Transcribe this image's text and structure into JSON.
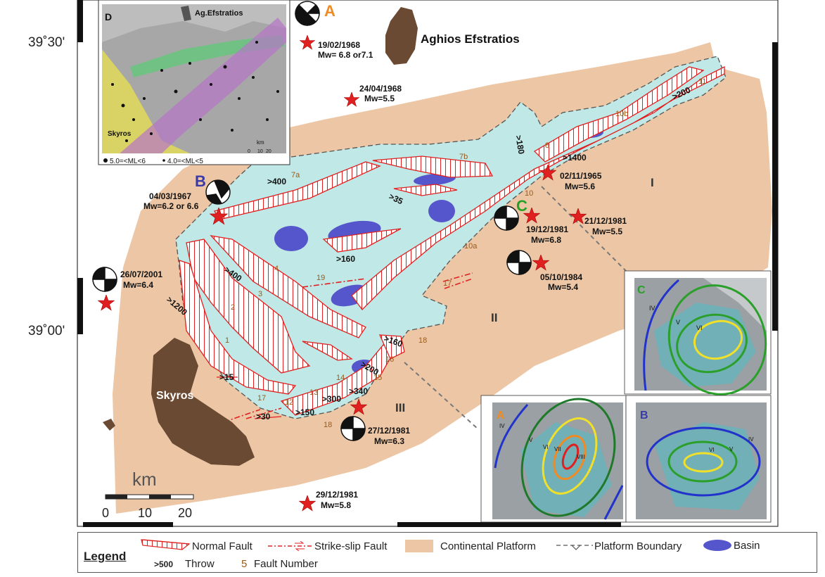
{
  "axes": {
    "lat_top": "39˚30'",
    "lat_bottom": "39˚00'"
  },
  "islands": {
    "efstratios": "Aghios Efstratios",
    "skyros": "Skyros"
  },
  "regions": {
    "r1": "I",
    "r2": "II",
    "r3": "III"
  },
  "events": [
    {
      "id": "e1968a",
      "date": "19/02/1968",
      "mag": "Mw= 6.8 or7.1"
    },
    {
      "id": "e1968b",
      "date": "24/04/1968",
      "mag": "Mw=5.5"
    },
    {
      "id": "e1967",
      "date": "04/03/1967",
      "mag": "Mw=6.2 or 6.6"
    },
    {
      "id": "e1965",
      "date": "02/11/1965",
      "mag": "Mw=5.6"
    },
    {
      "id": "e1981a",
      "date": "21/12/1981",
      "mag": "Mw=5.5"
    },
    {
      "id": "e1981b",
      "date": "19/12/1981",
      "mag": "Mw=6.8"
    },
    {
      "id": "e1984",
      "date": "05/10/1984",
      "mag": "Mw=5.4"
    },
    {
      "id": "e2001",
      "date": "26/07/2001",
      "mag": "Mw=6.4"
    },
    {
      "id": "e1981c",
      "date": "27/12/1981",
      "mag": "Mw=6.3"
    },
    {
      "id": "e1981d",
      "date": "29/12/1981",
      "mag": "Mw=5.8"
    }
  ],
  "event_letters": {
    "a": "A",
    "b": "B",
    "c": "C"
  },
  "throws": [
    ">400",
    ">35",
    ">160",
    ">400",
    ">1200",
    ">180",
    ">1400",
    ">200",
    ">160",
    ">200",
    ">340",
    ">300",
    ">150",
    ">15",
    ">30"
  ],
  "fault_numbers": [
    "1",
    "2",
    "3",
    "4",
    "7a",
    "7b",
    "8",
    "10",
    "10a",
    "10b",
    "11",
    "12",
    "13",
    "14",
    "15",
    "16",
    "17",
    "17",
    "18",
    "18",
    "19"
  ],
  "scale": {
    "unit": "km",
    "ticks": [
      "0",
      "10",
      "20"
    ]
  },
  "inset_d": {
    "label": "D",
    "place_top": "Ag.Efstratios",
    "place_bottom": "Skyros",
    "legend_big": "5.0=<ML<6",
    "legend_small": "4.0=<ML<5",
    "km": "km",
    "km_ticks": [
      "0",
      "10",
      "20"
    ]
  },
  "inset_c": {
    "label": "C",
    "intensities": [
      "IV",
      "V",
      "VI"
    ]
  },
  "inset_a": {
    "label": "A",
    "intensities": [
      "IV",
      "V",
      "VI",
      "VII",
      "VIII"
    ]
  },
  "inset_b": {
    "label": "B",
    "intensities": [
      "IV",
      "V",
      "VI"
    ]
  },
  "legend": {
    "title": "Legend",
    "normal_fault": "Normal Fault",
    "strike_slip": "Strike-slip Fault",
    "platform": "Continental Platform",
    "boundary": "Platform Boundary",
    "basin": "Basin",
    "throw_example": ">500",
    "throw_label": "Throw",
    "fault_num_example": "5",
    "fault_num_label": "Fault Number"
  },
  "colors": {
    "platform": "#edc7a5",
    "sea": "#bfe8e6",
    "basin": "#5555cc",
    "fault": "#e02020",
    "star": "#e02020",
    "island": "#6b4a33",
    "letter_a": "#f08a24",
    "letter_b": "#3a3aa8",
    "letter_c": "#28a028",
    "fault_number": "#9a5a1a"
  }
}
